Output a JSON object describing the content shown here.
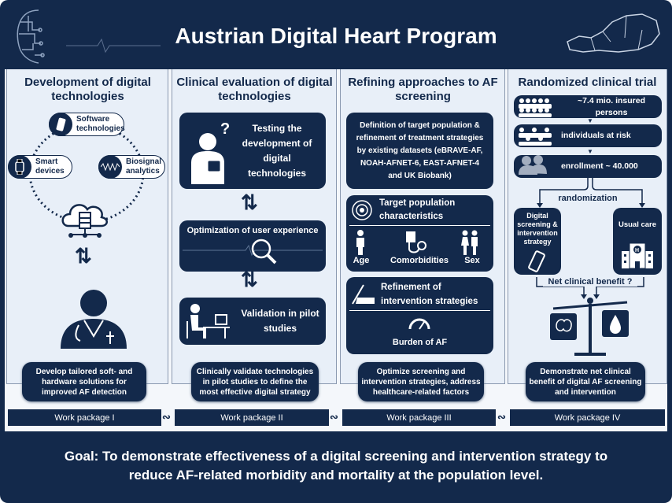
{
  "header": {
    "title": "Austrian Digital Heart Program"
  },
  "columns": [
    {
      "title": "Development of digital technologies",
      "items": [
        "Software technologies",
        "Smart devices",
        "Biosignal analytics"
      ],
      "summary": "Develop tailored soft- and hardware solutions for improved AF detection",
      "work_package": "Work package I"
    },
    {
      "title": "Clinical evaluation of digital technologies",
      "items": [
        "Testing the development of digital technologies",
        "Optimization of user experience",
        "Validation in pilot studies"
      ],
      "summary": "Clinically validate technologies in pilot studies to define the most effective digital strategy",
      "work_package": "Work package II"
    },
    {
      "title": "Refining approaches to AF screening",
      "definition": "Definition of target population & refinement of treatment strategies by existing datasets (eBRAVE-AF, NOAH-AFNET-6, EAST-AFNET-4 and UK Biobank)",
      "target_title": "Target population characteristics",
      "characteristics": [
        "Age",
        "Comorbidities",
        "Sex"
      ],
      "refinement_title": "Refinement of intervention strategies",
      "burden": "Burden of AF",
      "summary": "Optimize screening and intervention strategies, address healthcare-related factors",
      "work_package": "Work package III"
    },
    {
      "title": "Randomized clinical trial",
      "steps": [
        "~7.4 mio. insured persons",
        "individuals at risk",
        "enrollment ~ 40.000"
      ],
      "randomization": "randomization",
      "arm_a": "Digital screening & intervention strategy",
      "arm_b": "Usual care",
      "net_benefit": "Net clinical benefit ?",
      "summary": "Demonstrate net clinical benefit of digital AF screening and intervention",
      "work_package": "Work package IV"
    }
  ],
  "goal": {
    "line1": "Goal: To demonstrate effectiveness of a digital screening and intervention strategy to",
    "line2": "reduce AF-related morbidity and mortality at the population level."
  },
  "colors": {
    "navy": "#13294b",
    "panel": "#e8eff8"
  }
}
